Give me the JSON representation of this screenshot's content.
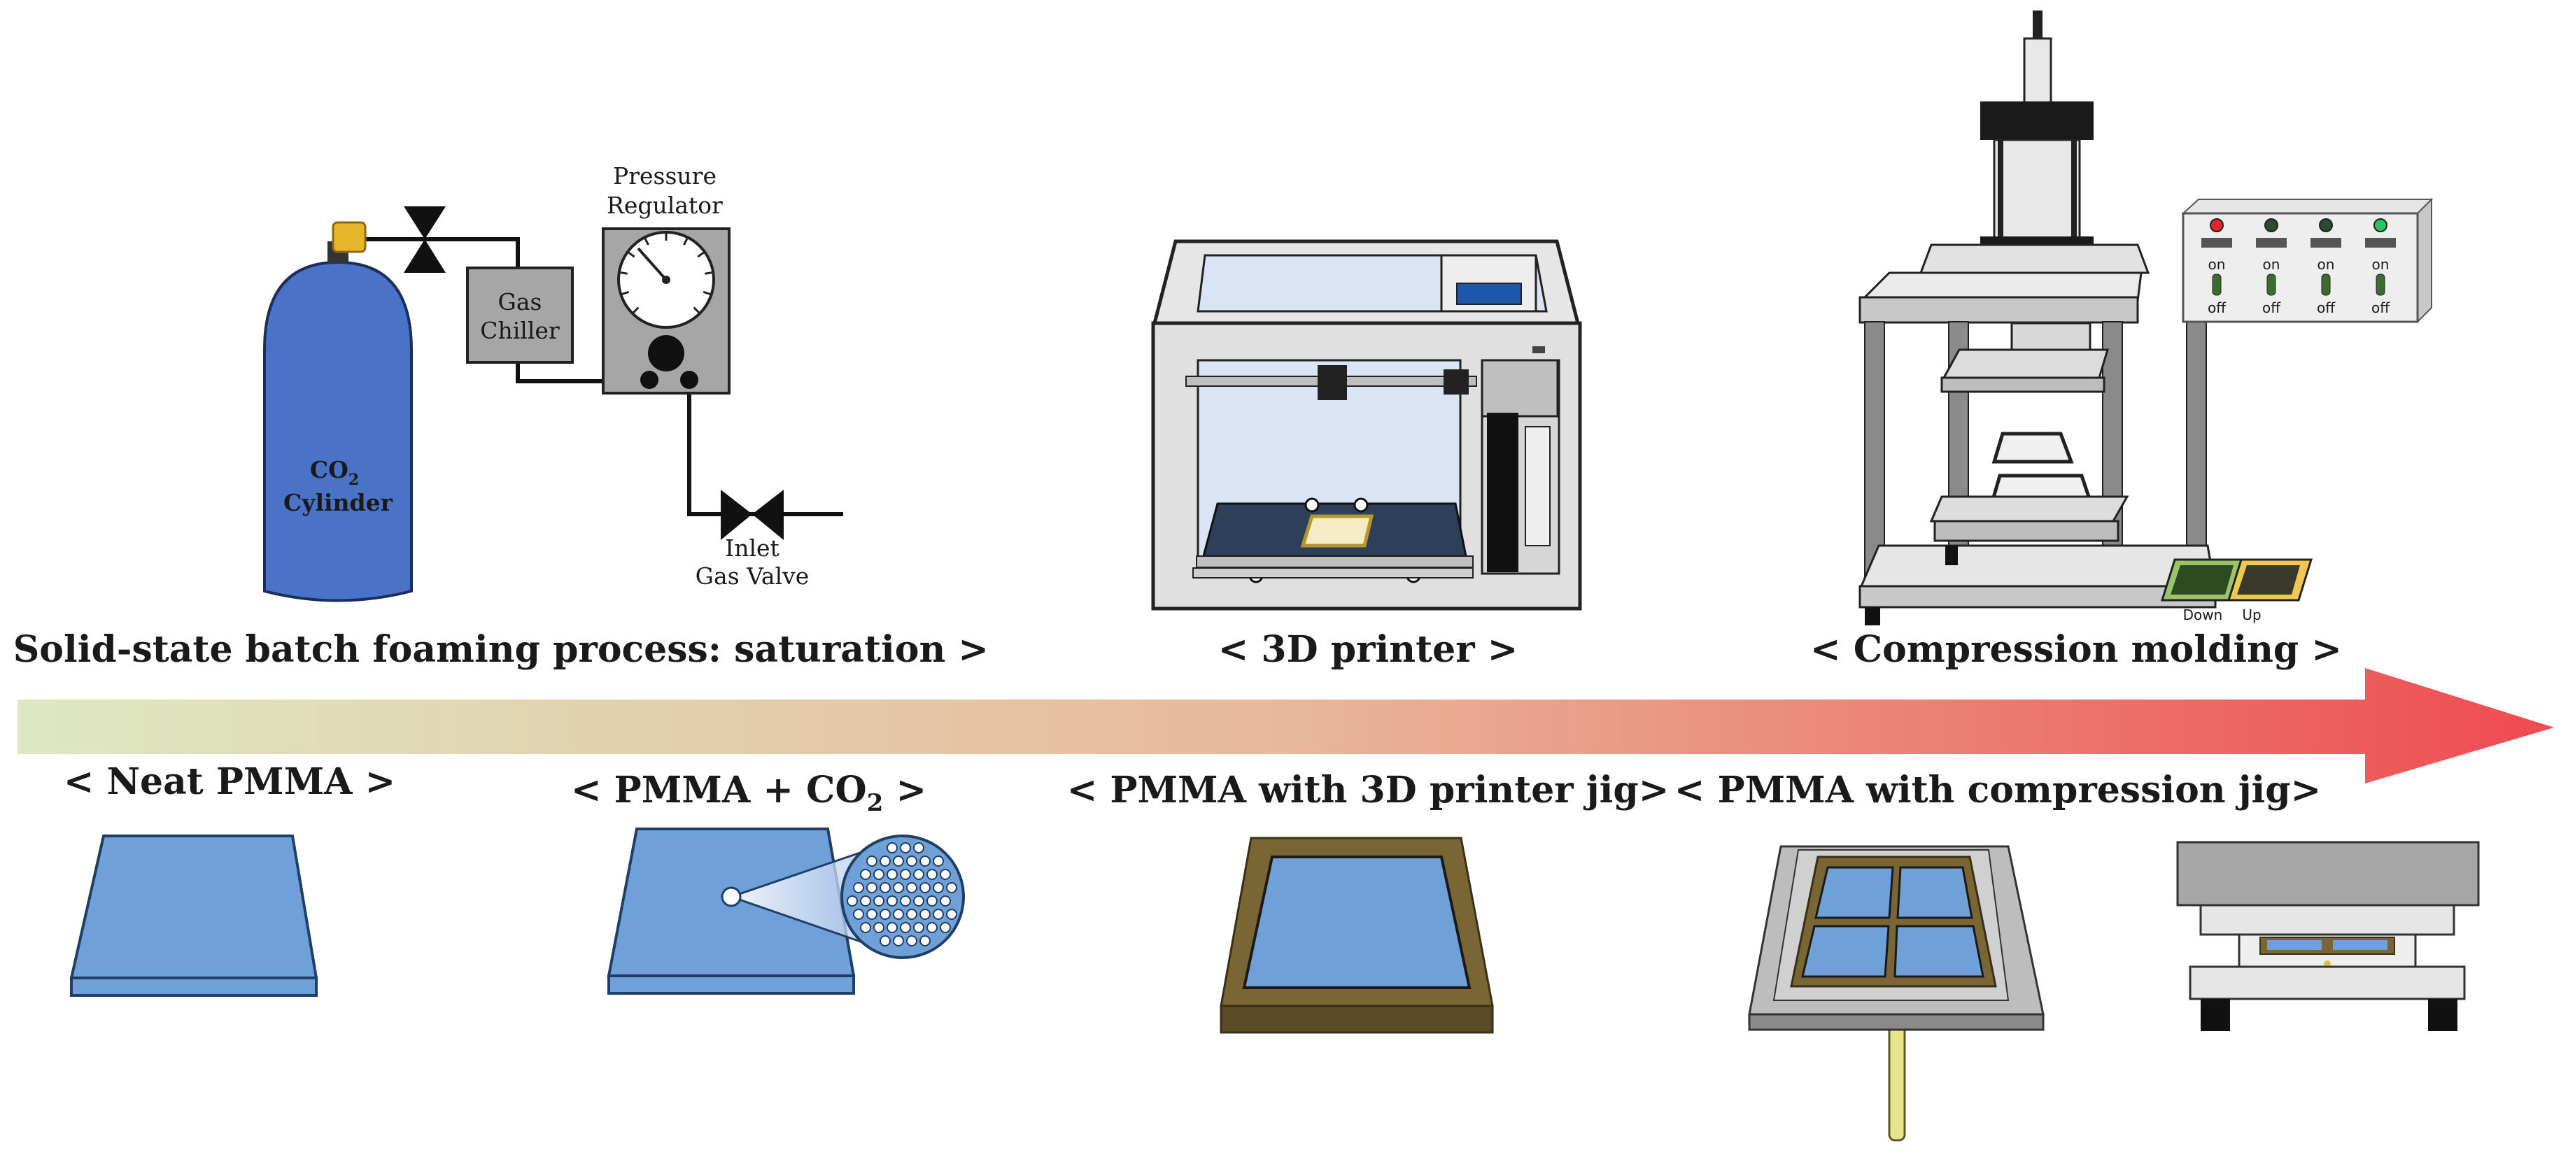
{
  "colors": {
    "cylinder": "#4a72c6",
    "pmma": "#6fa1d8",
    "pmma_edge": "#1f3f66",
    "jig_brown": "#7a6534",
    "jig_dark": "#5a4a26",
    "arrow_start": "#dde8c2",
    "arrow_end": "#ee4b50",
    "gray_box": "#a6a6a6",
    "yellow": "#e0c040",
    "bar_yellow": "#e8e48a",
    "green_led": "#27c463",
    "red_led": "#e8232a"
  },
  "icons": [
    "co2-cylinder-icon",
    "valve-icon",
    "gas-chiller-icon",
    "pressure-gauge-icon",
    "3d-printer-icon",
    "compression-press-icon",
    "control-panel-icon",
    "foot-pedal-icon",
    "pmma-sheet-icon",
    "pore-magnifier-icon",
    "frame-jig-icon",
    "compression-jig-icon",
    "mold-assembly-icon"
  ],
  "top": {
    "saturation": {
      "caption": "< Solid-state batch foaming process: saturation >",
      "cylinder_line1": "CO",
      "cylinder_sub": "2",
      "cylinder_line2": "Cylinder",
      "chiller_line1": "Gas",
      "chiller_line2": "Chiller",
      "regulator_line1": "Pressure",
      "regulator_line2": "Regulator",
      "inlet_line1": "Inlet",
      "inlet_line2": "Gas Valve"
    },
    "printer": {
      "caption": "< 3D printer >"
    },
    "compression": {
      "caption": "< Compression molding >",
      "switch_on": "on",
      "switch_off": "off",
      "pedal_down": "Down",
      "pedal_up": "Up"
    }
  },
  "bottom": {
    "neat": {
      "caption": "< Neat PMMA >"
    },
    "co2": {
      "caption_main": "< PMMA + CO",
      "caption_sub": "2",
      "caption_end": " >"
    },
    "printer_jig": {
      "caption": "< PMMA with 3D printer jig>"
    },
    "compression_jig": {
      "caption": "< PMMA with compression jig>"
    }
  }
}
